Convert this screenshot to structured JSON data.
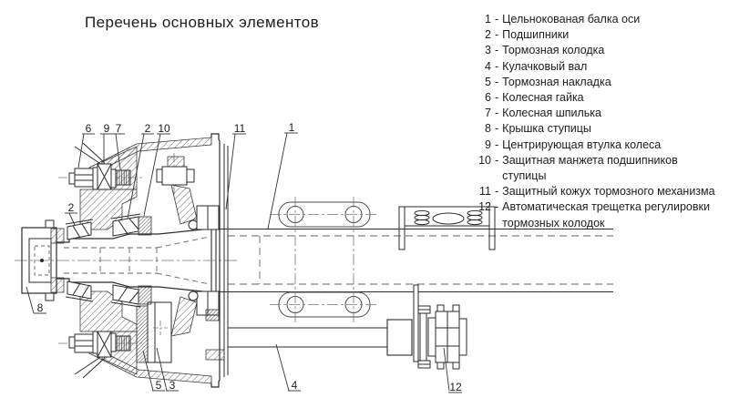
{
  "title": "Перечень основных элементов",
  "legend": {
    "items": [
      {
        "num": "1",
        "text": "Цельнокованая балка оси"
      },
      {
        "num": "2",
        "text": "Подшипники"
      },
      {
        "num": "3",
        "text": "Тормозная колодка"
      },
      {
        "num": "4",
        "text": "Кулачковый вал"
      },
      {
        "num": "5",
        "text": "Тормозная накладка"
      },
      {
        "num": "6",
        "text": "Колесная гайка"
      },
      {
        "num": "7",
        "text": "Колесная шпилька"
      },
      {
        "num": "8",
        "text": "Крышка ступицы"
      },
      {
        "num": "9",
        "text": "Центрирующая втулка колеса"
      },
      {
        "num": "10",
        "text": "Защитная манжета подшипников ступицы"
      },
      {
        "num": "11",
        "text": "Защитный кожух тормозного механизма"
      },
      {
        "num": "12",
        "text": "Автоматическая трещетка регулировки тормозных колодок"
      }
    ]
  },
  "callouts": {
    "c6": "6",
    "c9": "9",
    "c7": "7",
    "c2a": "2",
    "c10": "10",
    "c11": "11",
    "c1": "1",
    "c2b": "2",
    "c8": "8",
    "c5": "5",
    "c3": "3",
    "c4": "4",
    "c12": "12"
  },
  "colors": {
    "line": "#2b2b2b",
    "background": "#ffffff"
  }
}
